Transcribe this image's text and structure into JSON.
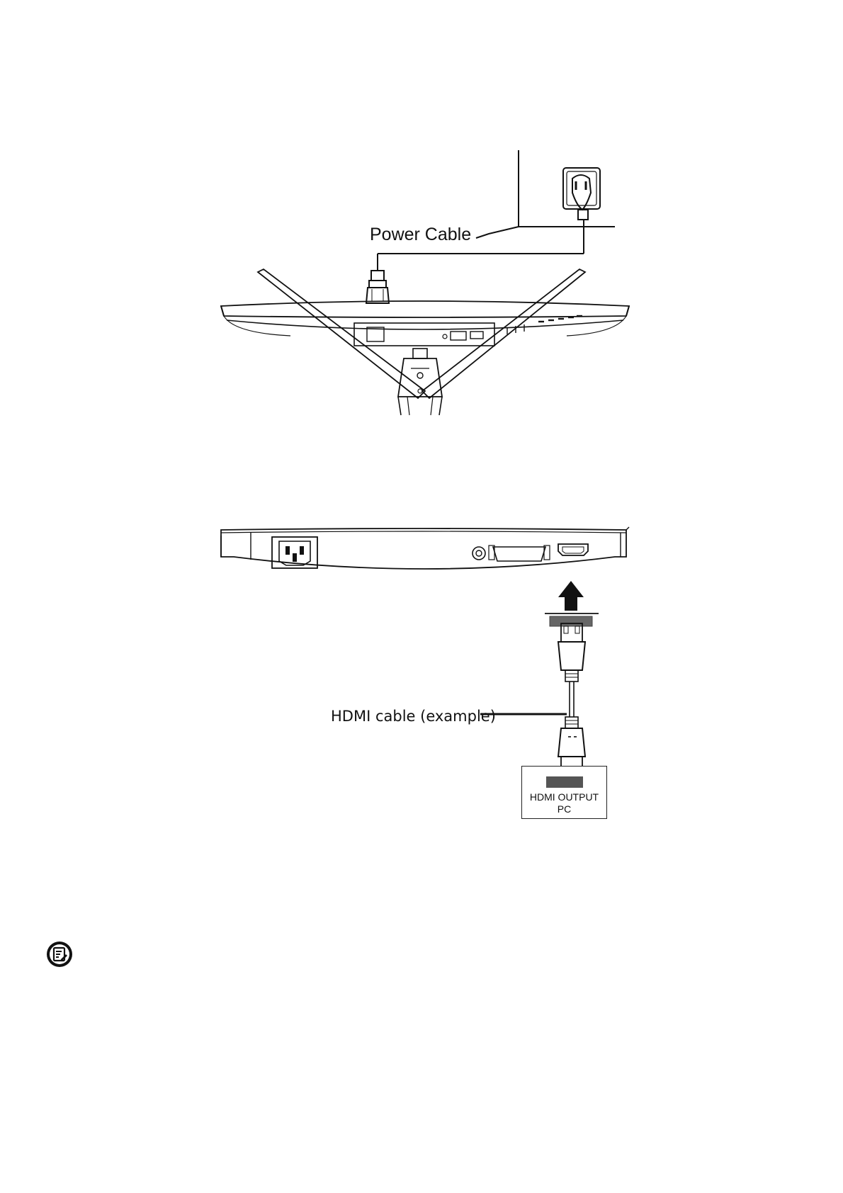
{
  "diagram_power": {
    "label": "Power Cable"
  },
  "diagram_hdmi": {
    "cable_label": "HDMI cable (example)",
    "pc_box": {
      "line1": "HDMI OUTPUT",
      "line2": "PC"
    }
  },
  "note": {
    "icon": "note-icon"
  }
}
